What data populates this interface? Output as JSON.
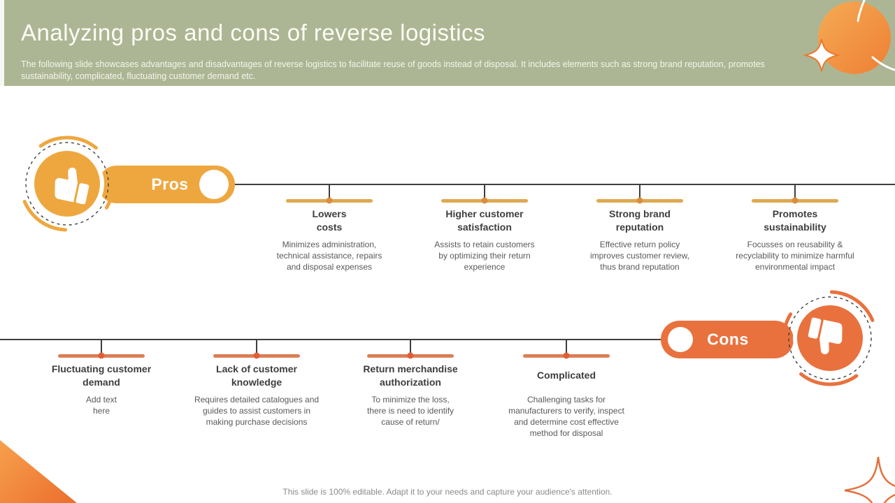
{
  "header": {
    "title": "Analyzing pros and cons of reverse logistics",
    "subtitle": "The following slide showcases advantages and disadvantages of reverse logistics to facilitate reuse of goods instead of disposal. It includes elements such as strong brand reputation, promotes sustainability, complicated, fluctuating customer demand etc."
  },
  "pros": {
    "label": "Pros",
    "items": [
      {
        "lines": [
          "Lowers",
          "costs"
        ],
        "description": "Minimizes administration, technical assistance, repairs and disposal expenses"
      },
      {
        "lines": [
          "Higher customer",
          "satisfaction"
        ],
        "description": "Assists to retain customers by optimizing their return  experience"
      },
      {
        "lines": [
          "Strong brand",
          "reputation"
        ],
        "description": "Effective return policy improves customer review, thus brand reputation"
      },
      {
        "lines": [
          "Promotes",
          "sustainability"
        ],
        "description": "Focusses on reusability & recyclability to minimize harmful environmental impact"
      }
    ]
  },
  "cons": {
    "label": "Cons",
    "items": [
      {
        "lines": [
          "Fluctuating customer",
          "demand"
        ],
        "description": "Add text here"
      },
      {
        "lines": [
          "Lack of customer",
          "knowledge"
        ],
        "description": "Requires detailed catalogues and guides to assist customers in making purchase decisions"
      },
      {
        "lines": [
          "Return merchandise",
          "authorization"
        ],
        "description": "To minimize the loss, there is need to identify cause of return/"
      },
      {
        "lines": [
          "Complicated",
          ""
        ],
        "description": "Challenging tasks for manufacturers to verify, inspect and determine cost effective method for disposal"
      }
    ]
  },
  "footer": {
    "note": "This slide is 100% editable. Adapt it to your needs and capture your audience's attention."
  },
  "icons": {
    "pros_badge": "thumbs-up-icon",
    "cons_badge": "thumbs-down-icon",
    "top_right": "orange-circle-with-sparkle",
    "bottom_right": "four-point-star-outline",
    "bottom_left": "orange-corner-triangle"
  },
  "colors": {
    "header_green": "#adb694",
    "pros_amber": "#eea73f",
    "cons_orange": "#e9713e",
    "line_dark": "#3e3e3e",
    "title_text": "#3e3e3e",
    "body_text": "#595959",
    "footer_text": "#8a8a8a"
  }
}
